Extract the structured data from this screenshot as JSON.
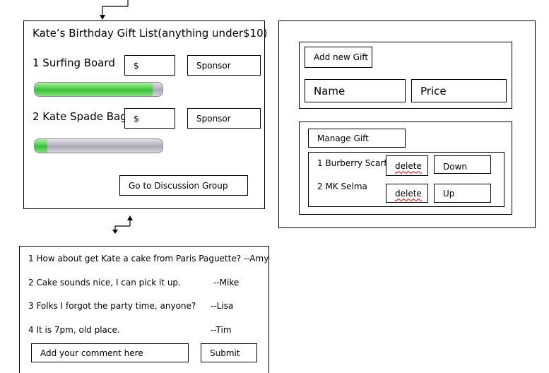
{
  "gift_list": {
    "title": "Kate’s Birthday Gift List(anything under$10)",
    "items": [
      {
        "label": "1 Surfing Board",
        "amount_placeholder": "$",
        "sponsor_label": "Sponsor",
        "progress": 0.92
      },
      {
        "label": "2 Kate Spade Bag",
        "amount_placeholder": "$",
        "sponsor_label": "Sponsor",
        "progress": 0.1
      }
    ],
    "discussion_button": "Go to Discussion Group"
  },
  "manage_panel": {
    "add_gift_label": "Add new Gift",
    "name_placeholder": "Name",
    "price_placeholder": "Price",
    "manage_label": "Manage Gift",
    "items": [
      {
        "label": "1 Burberry Scarf",
        "delete_label": "delete",
        "move_label": "Down"
      },
      {
        "label": "2 MK Selma",
        "delete_label": "delete",
        "move_label": "Up"
      }
    ]
  },
  "discussion": {
    "messages": [
      {
        "text": "1 How about get Kate a cake from Paris Paguette? --Amy",
        "author": ""
      },
      {
        "text": "2 Cake sounds nice, I can pick it up.",
        "author": "--Mike"
      },
      {
        "text": "3 Folks I forgot the party time, anyone?",
        "author": "--Lisa"
      },
      {
        "text": "4 It is 7pm, old place.",
        "author": "--Tim"
      }
    ],
    "comment_placeholder": "Add your comment here",
    "submit_label": "Submit"
  }
}
